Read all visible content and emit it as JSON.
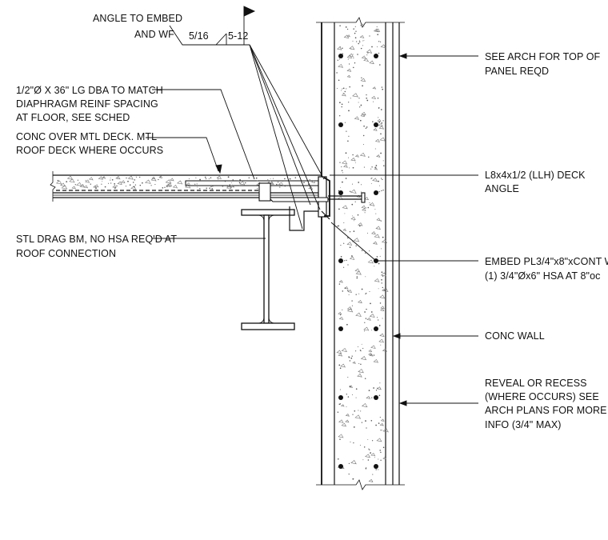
{
  "callouts": {
    "angle_to_embed": [
      "ANGLE TO EMBED",
      "AND WF"
    ],
    "weld_size_left": "5/16",
    "weld_size_right": "5-12",
    "dba": [
      "1/2\"Ø X 36\" LG DBA TO MATCH",
      "DIAPHRAGM REINF SPACING",
      "AT FLOOR, SEE SCHED"
    ],
    "conc_over_deck": [
      "CONC OVER MTL DECK. MTL",
      "ROOF DECK WHERE OCCURS"
    ],
    "drag_beam": [
      "STL DRAG BM, NO HSA REQ'D AT",
      "ROOF CONNECTION"
    ],
    "see_arch": [
      "SEE ARCH FOR TOP OF",
      "PANEL REQD"
    ],
    "deck_angle": [
      "L8x4x1/2 (LLH) DECK",
      "ANGLE"
    ],
    "embed_plate": [
      "EMBED PL3/4\"x8\"xCONT W/",
      "(1) 3/4\"Øx6\" HSA AT 8\"oc"
    ],
    "conc_wall": [
      "CONC WALL"
    ],
    "reveal": [
      "REVEAL OR RECESS",
      "(WHERE OCCURS) SEE",
      "ARCH PLANS FOR MORE",
      "INFO (3/4\" MAX)"
    ]
  }
}
